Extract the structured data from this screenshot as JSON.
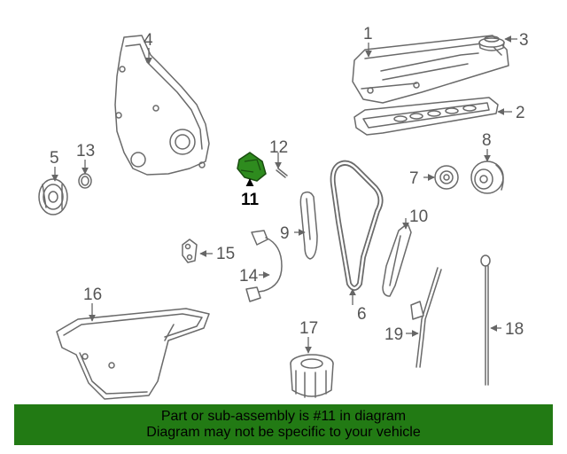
{
  "diagram": {
    "callouts": [
      {
        "id": "1",
        "label": "1"
      },
      {
        "id": "2",
        "label": "2"
      },
      {
        "id": "3",
        "label": "3"
      },
      {
        "id": "4",
        "label": "4"
      },
      {
        "id": "5",
        "label": "5"
      },
      {
        "id": "6",
        "label": "6"
      },
      {
        "id": "7",
        "label": "7"
      },
      {
        "id": "8",
        "label": "8"
      },
      {
        "id": "9",
        "label": "9"
      },
      {
        "id": "10",
        "label": "10"
      },
      {
        "id": "11",
        "label": "11"
      },
      {
        "id": "12",
        "label": "12"
      },
      {
        "id": "13",
        "label": "13"
      },
      {
        "id": "14",
        "label": "14"
      },
      {
        "id": "15",
        "label": "15"
      },
      {
        "id": "16",
        "label": "16"
      },
      {
        "id": "17",
        "label": "17"
      },
      {
        "id": "18",
        "label": "18"
      },
      {
        "id": "19",
        "label": "19"
      }
    ],
    "highlighted_part": "11",
    "highlight_color": "#2e8b1e"
  },
  "banner": {
    "line1": "Part or sub-assembly is #11 in diagram",
    "line2": "Diagram may not be specific to your vehicle",
    "background": "#227a14"
  }
}
